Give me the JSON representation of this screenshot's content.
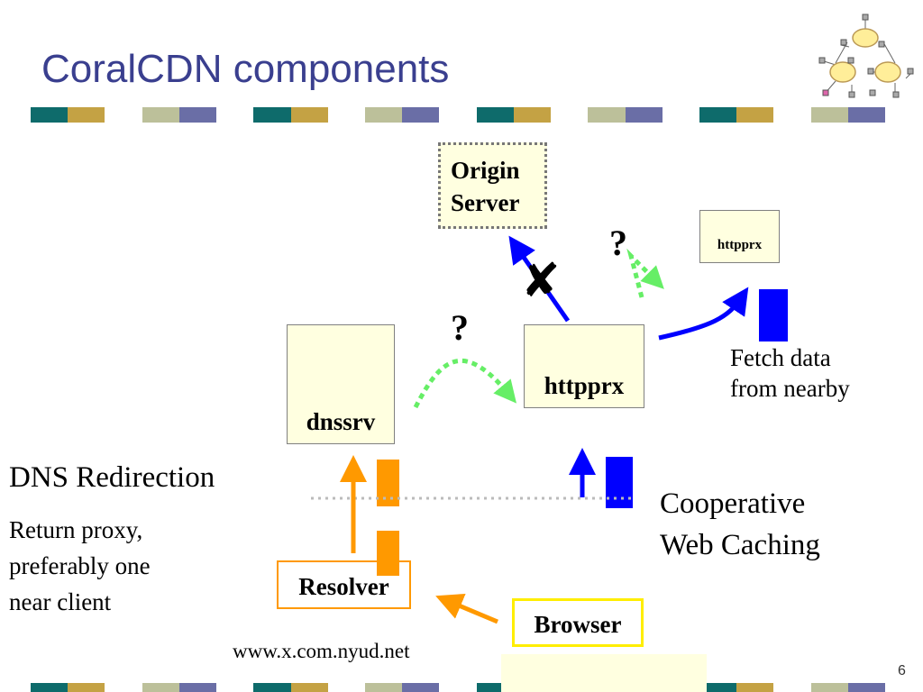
{
  "slide": {
    "title": "CoralCDN components",
    "page_number": "6",
    "url_label": "www.x.com.nyud.net"
  },
  "colors": {
    "title": "#3a3f8f",
    "stripe": [
      "#0e6b6b",
      "#c4a244",
      "#bcc09a",
      "#6a6ea6"
    ],
    "box_fill": "#ffffe0",
    "orange": "#ff9900",
    "blue": "#0000ff",
    "green": "#66ee66",
    "yellow_border": "#ffee00"
  },
  "nodes": {
    "origin": "Origin Server",
    "dnssrv": "dnssrv",
    "httpprx_main": "httpprx",
    "httpprx_remote": "httpprx",
    "resolver": "Resolver",
    "browser": "Browser"
  },
  "markers": {
    "question_left": "?",
    "question_right": "?",
    "blocked": "✘"
  },
  "annotations": {
    "fetch_line1": "Fetch data",
    "fetch_line2": "from nearby",
    "dns_heading": "DNS Redirection",
    "dns_body_line1": "Return proxy,",
    "dns_body_line2": "preferably one",
    "dns_body_line3": "near client",
    "coop_line1": "Cooperative",
    "coop_line2": "Web Caching"
  },
  "icons": {
    "logo": "coral-network-logo"
  }
}
